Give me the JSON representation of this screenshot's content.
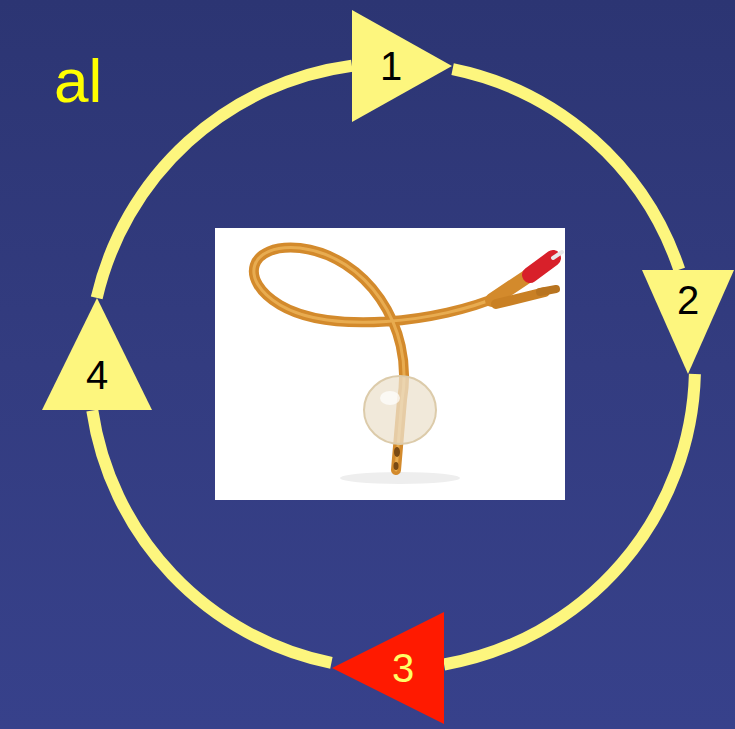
{
  "diagram": {
    "nodes": [
      {
        "text": [
          "1"
        ]
      },
      {
        "text": [
          "2"
        ]
      },
      {
        "text": [
          "3"
        ]
      },
      {
        "text": [
          "4"
        ]
      }
    ],
    "edges": [
      {
        "from": 0,
        "to": 1,
        "arrow": "none"
      },
      {
        "from": 1,
        "to": 2,
        "arrow": "none"
      },
      {
        "from": 2,
        "to": 3,
        "arrow": "none"
      },
      {
        "from": 3,
        "to": 0,
        "arrow": "none"
      }
    ],
    "labels": [
      "al"
    ]
  }
}
